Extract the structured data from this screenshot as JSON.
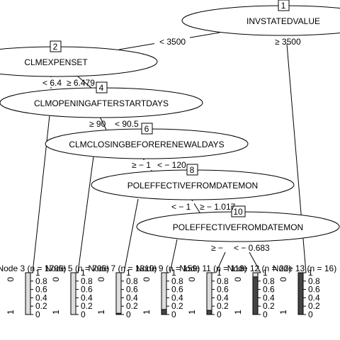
{
  "inner_nodes": [
    {
      "id": "1",
      "variable": "INVSTATEDVALUE"
    },
    {
      "id": "2",
      "variable": "CLMEXPENSET"
    },
    {
      "id": "4",
      "variable": "CLMOPENINGAFTERSTARTDAYS"
    },
    {
      "id": "6",
      "variable": "CLMCLOSINGBEFORERENEWALDAYS"
    },
    {
      "id": "8",
      "variable": "POLEFFECTIVEFROMDATEMON"
    },
    {
      "id": "10",
      "variable": "POLEFFECTIVEFROMDATEMON"
    }
  ],
  "edge_labels": [
    {
      "text": "< 3500"
    },
    {
      "text": "≥ 3500"
    },
    {
      "text": "< 6.4"
    },
    {
      "text": "≥ 6.479"
    },
    {
      "text": "≥ 90"
    },
    {
      "text": "< 90.5"
    },
    {
      "text": "≥ − 1"
    },
    {
      "text": "< − 120"
    },
    {
      "text": "< − 1"
    },
    {
      "text": "≥ − 1.017"
    },
    {
      "text": "≥ −"
    },
    {
      "text": "< − 0.683"
    }
  ],
  "terminal_nodes": [
    {
      "label": "Node 3 (n = 1706)",
      "fraction_dark": 0.0
    },
    {
      "label": "Node 5 (n = 706)",
      "fraction_dark": 0.0
    },
    {
      "label": "Node 7 (n = 1810)",
      "fraction_dark": 0.03
    },
    {
      "label": "Node 9 (n = 159)",
      "fraction_dark": 0.12
    },
    {
      "label": "Node 11 (n = 118)",
      "fraction_dark": 0.1
    },
    {
      "label": "Node 12 (n = 22)",
      "fraction_dark": 0.9
    },
    {
      "label": "Node 13 (n = 16)",
      "fraction_dark": 1.0
    }
  ],
  "axis": {
    "left_top": "0",
    "left_bottom": "1",
    "ticks": [
      "1",
      "0.8",
      "0.6",
      "0.4",
      "0.2",
      "0"
    ]
  },
  "colors": {
    "dark": "#444444",
    "light": "#dddddd"
  }
}
